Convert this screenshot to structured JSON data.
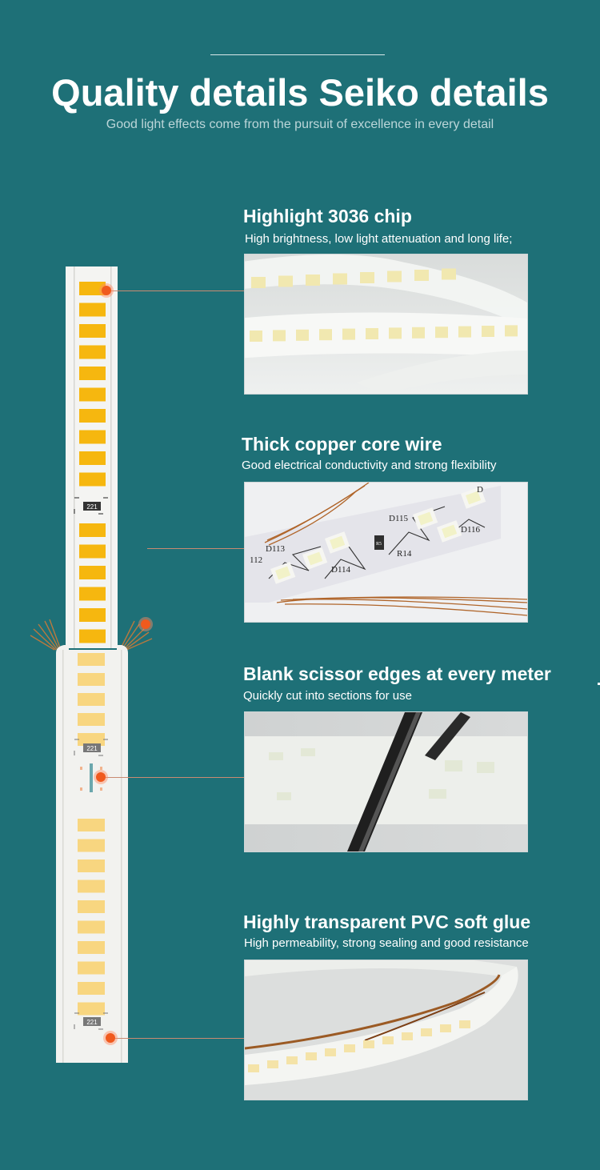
{
  "header": {
    "title": "Quality details Seiko details",
    "subtitle": "Good light effects come from the pursuit of excellence in every detail"
  },
  "strip": {
    "resistor_label": "221"
  },
  "features": [
    {
      "title": "Highlight 3036 chip",
      "description": "High brightness, low light attenuation and long life;"
    },
    {
      "title": "Thick copper core wire",
      "description": "Good electrical conductivity and strong flexibility",
      "board_labels": [
        "D113",
        "D114",
        "D115",
        "D116",
        "R14",
        "R5",
        "112",
        "D"
      ]
    },
    {
      "title": "Blank scissor edges at every meter",
      "description": "Quickly cut into sections for use"
    },
    {
      "title": "Highly transparent PVC soft glue",
      "description": "High permeability, strong sealing and good resistance"
    }
  ],
  "colors": {
    "background": "#1e7077",
    "warm_led": "#f6b70f",
    "soft_led": "#f8d680",
    "marker": "#f05a1e"
  }
}
